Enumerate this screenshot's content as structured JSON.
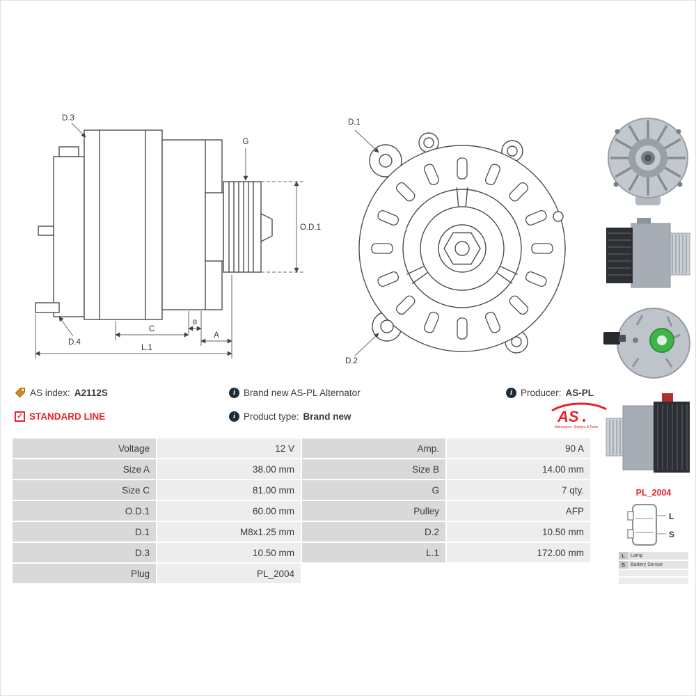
{
  "colors": {
    "accent_red": "#e8232a",
    "table_label_bg": "#d9d9d9",
    "table_value_bg": "#ededed"
  },
  "icons": {
    "info": "i",
    "check": "✓"
  },
  "header": {
    "as_index_label": "AS index:",
    "as_index_value": "A2112S",
    "standard_line": "STANDARD LINE",
    "brand_new": "Brand new AS-PL Alternator",
    "product_type_label": "Product type:",
    "product_type_value": "Brand new",
    "producer_label": "Producer:",
    "producer_value": "AS-PL"
  },
  "logo": {
    "name": "AS",
    "tagline": "Alternators, Starters & Parts"
  },
  "diagram": {
    "side": {
      "d3": "D.3",
      "d4": "D.4",
      "g": "G",
      "od1": "O.D.1",
      "c": "C",
      "b": "B",
      "a": "A",
      "l1": "L.1"
    },
    "front": {
      "d1": "D.1",
      "d2": "D.2"
    }
  },
  "plug": {
    "code": "PL_2004",
    "pin_top": "L",
    "pin_bottom": "S"
  },
  "legend": {
    "rows": [
      {
        "key": "L",
        "label": "Lamp"
      },
      {
        "key": "S",
        "label": "Battery Sensor"
      }
    ]
  },
  "spec_table": {
    "rows": [
      {
        "label1": "Voltage",
        "value1": "12 V",
        "label2": "Amp.",
        "value2": "90 A"
      },
      {
        "label1": "Size A",
        "value1": "38.00 mm",
        "label2": "Size B",
        "value2": "14.00 mm"
      },
      {
        "label1": "Size C",
        "value1": "81.00 mm",
        "label2": "G",
        "value2": "7 qty."
      },
      {
        "label1": "O.D.1",
        "value1": "60.00 mm",
        "label2": "Pulley",
        "value2": "AFP"
      },
      {
        "label1": "D.1",
        "value1": "M8x1.25 mm",
        "label2": "D.2",
        "value2": "10.50 mm"
      },
      {
        "label1": "D.3",
        "value1": "10.50 mm",
        "label2": "L.1",
        "value2": "172.00 mm"
      },
      {
        "label1": "Plug",
        "value1": "PL_2004",
        "label2": "",
        "value2": ""
      }
    ]
  }
}
